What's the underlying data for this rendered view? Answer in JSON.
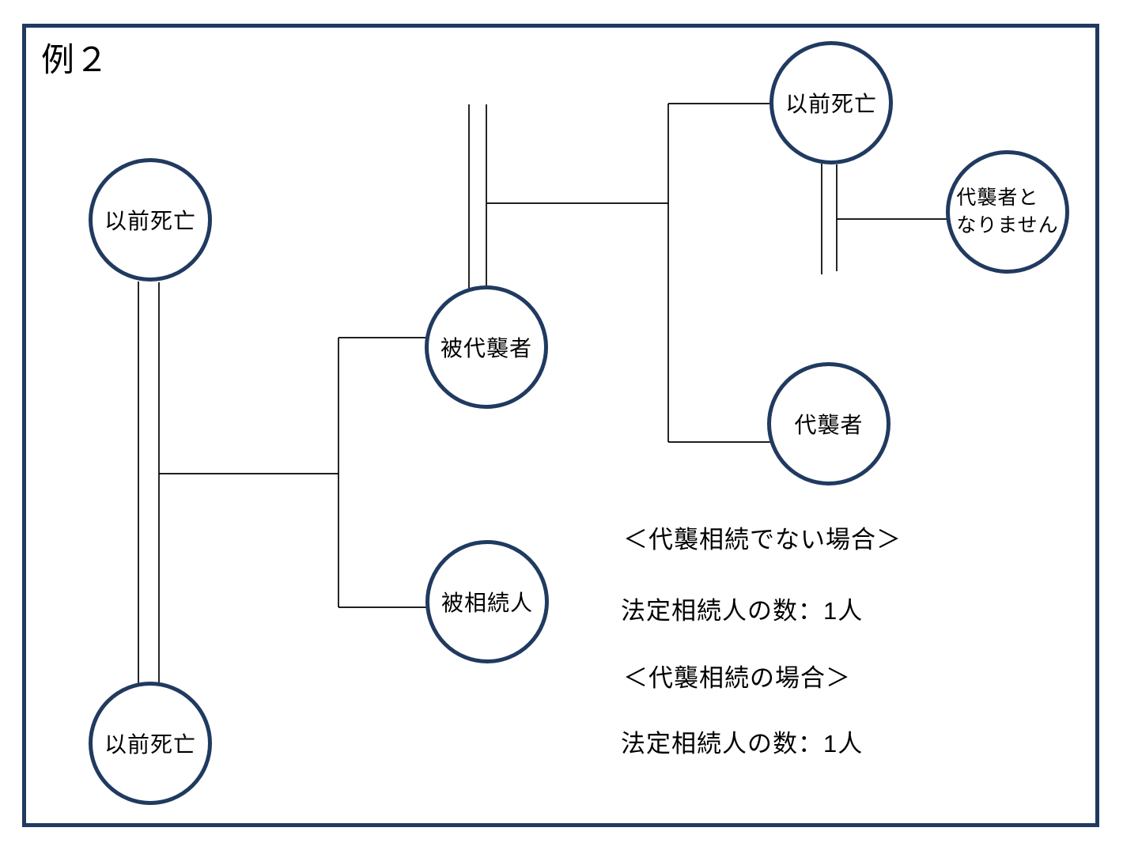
{
  "title": "例２",
  "colors": {
    "accent_navy": "#203a60",
    "line_black": "#000000",
    "text_black": "#000000",
    "background": "#ffffff"
  },
  "nodes": {
    "left_top": {
      "label": "以前死亡"
    },
    "left_bottom": {
      "label": "以前死亡"
    },
    "center_top": {
      "label": "被代襲者"
    },
    "center_bottom": {
      "label": "被相続人"
    },
    "right_top": {
      "label": "以前死亡"
    },
    "right_middle": {
      "label": "代襲者"
    },
    "right_side": {
      "line1": "代襲者と",
      "line2": "なりません"
    }
  },
  "annotations": {
    "case1_heading": "＜代襲相続でない場合＞",
    "case1_value": "法定相続人の数：1人",
    "case2_heading": "＜代襲相続の場合＞",
    "case2_value": "法定相続人の数：1人"
  }
}
